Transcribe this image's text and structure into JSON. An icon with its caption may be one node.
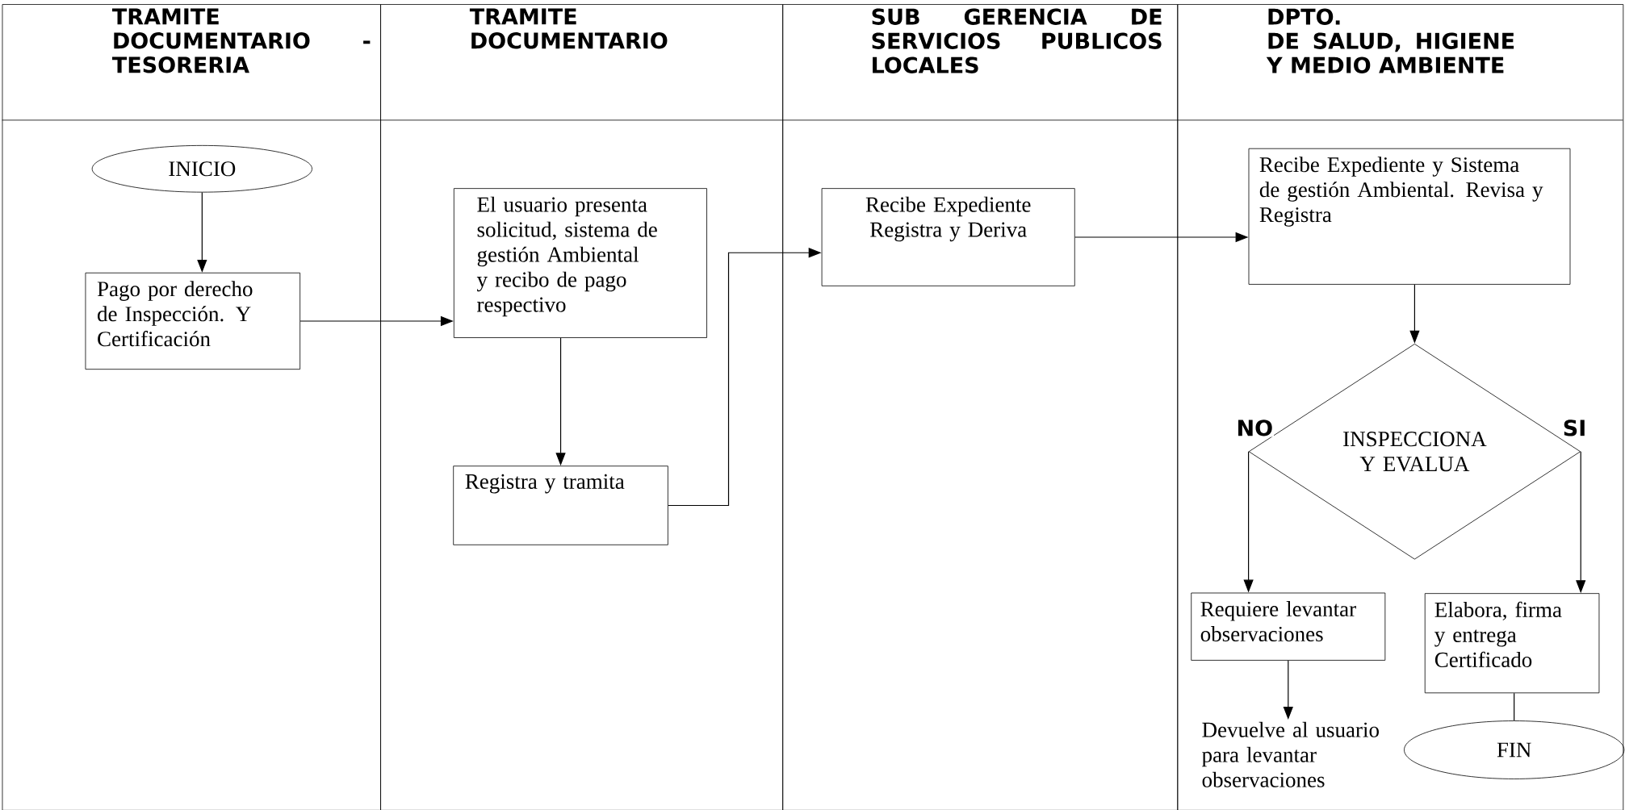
{
  "diagram": {
    "nodes": [
      {
        "text": [
          "TRAMITE DOCUMENTARIO - TESORERIA"
        ]
      },
      {
        "text": [
          "TRAMITE DOCUMENTARIO"
        ]
      },
      {
        "text": [
          "SUB GERENCIA DE SERVICIOS PUBLICOS LOCALES"
        ]
      },
      {
        "text": [
          "DPTO. DE SALUD, HIGIENE Y MEDIO AMBIENTE"
        ]
      },
      {
        "text": [
          "INICIO"
        ],
        "in": 0
      },
      {
        "text": [
          "Pago por derecho de Inspección. Y Certificación"
        ],
        "in": 0
      },
      {
        "text": [
          "El usuario presenta solicitud, sistema de gestión Ambiental y recibo de pago respectivo"
        ],
        "in": 1
      },
      {
        "text": [
          "Registra y tramita"
        ],
        "in": 1
      },
      {
        "text": [
          "Recibe Expediente Registra y Deriva"
        ],
        "in": 2
      },
      {
        "text": [
          "Recibe Expediente y Sistema de gestión Ambiental. Revisa y Registra"
        ],
        "in": 3
      },
      {
        "text": [
          "INSPECCIONA Y EVALUA"
        ],
        "in": 3
      },
      {
        "text": [
          "Requiere levantar observaciones"
        ],
        "in": 3
      },
      {
        "text": [
          "Elabora, firma y entrega Certificado"
        ],
        "in": 3
      },
      {
        "text": [
          "Devuelve al usuario para levantar observaciones"
        ],
        "in": 3
      },
      {
        "text": [
          "FIN"
        ],
        "in": 3
      }
    ],
    "edges": [
      {
        "from": 4,
        "to": 5,
        "arrow": "to"
      },
      {
        "from": 5,
        "to": 6,
        "arrow": "to"
      },
      {
        "from": 6,
        "to": 7,
        "arrow": "to"
      },
      {
        "from": 7,
        "to": 8,
        "arrow": "to"
      },
      {
        "from": 8,
        "to": 9,
        "arrow": "to"
      },
      {
        "from": 9,
        "to": 10,
        "arrow": "to"
      },
      {
        "from": 10,
        "to": 11,
        "label": "NO",
        "arrow": "to"
      },
      {
        "from": 10,
        "to": 12,
        "label": "SI",
        "arrow": "to"
      },
      {
        "from": 11,
        "to": 13,
        "arrow": "to"
      },
      {
        "from": 12,
        "to": 14,
        "arrow": "none"
      }
    ]
  }
}
